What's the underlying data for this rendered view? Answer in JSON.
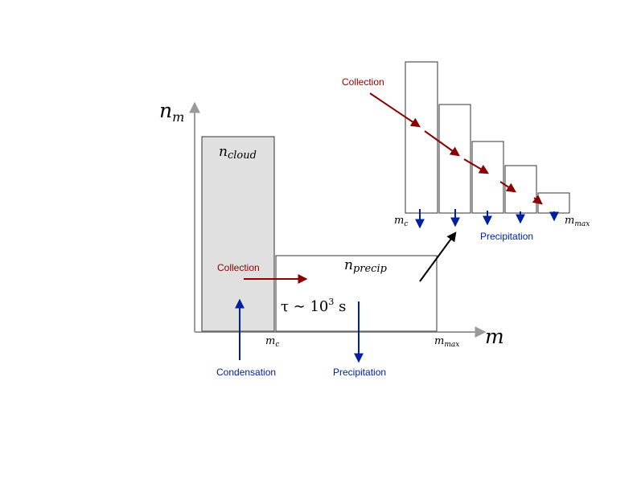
{
  "axes": {
    "y_label": "n",
    "y_label_sub": "m",
    "x_label": "m",
    "x_tick_c": "m",
    "x_tick_c_sub": "c",
    "x_tick_max": "m",
    "x_tick_max_sub": "max"
  },
  "boxes": {
    "cloud_label": "n",
    "cloud_label_sub": "cloud",
    "precip_label": "n",
    "precip_label_sub": "precip"
  },
  "timescale": {
    "tau": "τ ∼ 10",
    "exp": "3",
    "unit": " s"
  },
  "labels": {
    "collection_main": "Collection",
    "collection_inset": "Collection",
    "condensation": "Condensation",
    "precipitation_main": "Precipitation",
    "precipitation_inset": "Precipitation"
  },
  "inset": {
    "tick_c": "m",
    "tick_c_sub": "c",
    "tick_max": "m",
    "tick_max_sub": "max"
  },
  "colors": {
    "collection": "#8b0000",
    "precipitation": "#00209f",
    "axis": "#9a9a9a",
    "cloud_fill": "#e0e0e0",
    "pointer": "#000000"
  }
}
